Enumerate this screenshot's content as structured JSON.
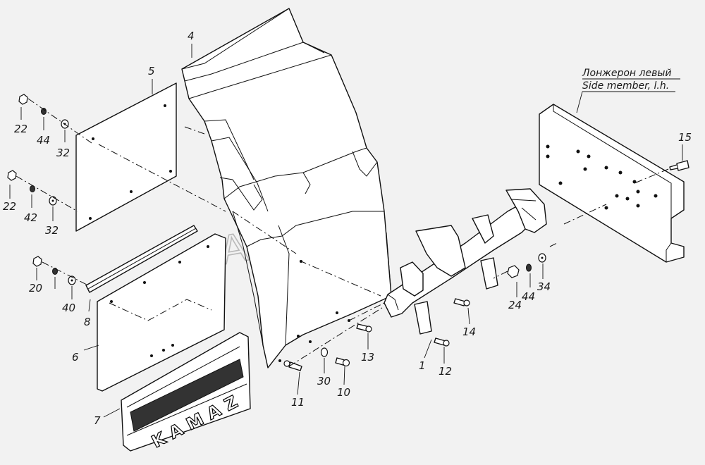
{
  "title_ru": "Лонжерон левый",
  "title_en": "Side member, l.h.",
  "watermark": "AutoSoft",
  "mudflap_brand": "KAMAZ",
  "labels": {
    "l1": "1",
    "l4": "4",
    "l5": "5",
    "l6": "6",
    "l7": "7",
    "l8": "8",
    "l10": "10",
    "l11": "11",
    "l12": "12",
    "l13": "13",
    "l14": "14",
    "l15": "15",
    "l20": "20",
    "l22a": "22",
    "l22b": "22",
    "l24": "24",
    "l30": "30",
    "l32a": "32",
    "l32b": "32",
    "l34": "34",
    "l40": "40",
    "l42": "42",
    "l44a": "44",
    "l44b": "44"
  }
}
